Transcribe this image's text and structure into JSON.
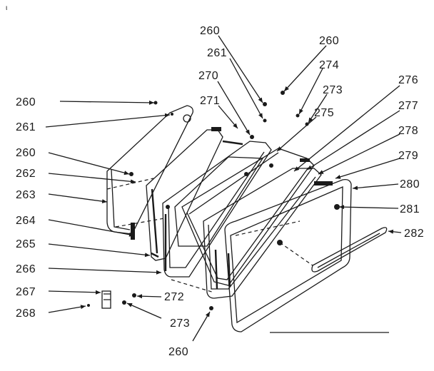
{
  "diagram": {
    "callouts": [
      {
        "id": "c-260-top",
        "text": "260"
      },
      {
        "id": "c-261-top",
        "text": "261"
      },
      {
        "id": "c-270",
        "text": "270"
      },
      {
        "id": "c-271",
        "text": "271"
      },
      {
        "id": "c-260-right",
        "text": "260"
      },
      {
        "id": "c-274",
        "text": "274"
      },
      {
        "id": "c-273-top",
        "text": "273"
      },
      {
        "id": "c-275",
        "text": "275"
      },
      {
        "id": "c-276",
        "text": "276"
      },
      {
        "id": "c-277",
        "text": "277"
      },
      {
        "id": "c-278",
        "text": "278"
      },
      {
        "id": "c-279",
        "text": "279"
      },
      {
        "id": "c-280",
        "text": "280"
      },
      {
        "id": "c-281",
        "text": "281"
      },
      {
        "id": "c-282",
        "text": "282"
      },
      {
        "id": "c-260-left1",
        "text": "260"
      },
      {
        "id": "c-261-left",
        "text": "261"
      },
      {
        "id": "c-260-left2",
        "text": "260"
      },
      {
        "id": "c-262",
        "text": "262"
      },
      {
        "id": "c-263",
        "text": "263"
      },
      {
        "id": "c-264",
        "text": "264"
      },
      {
        "id": "c-265",
        "text": "265"
      },
      {
        "id": "c-266",
        "text": "266"
      },
      {
        "id": "c-267",
        "text": "267"
      },
      {
        "id": "c-268",
        "text": "268"
      },
      {
        "id": "c-272",
        "text": "272"
      },
      {
        "id": "c-273-bottom",
        "text": "273"
      },
      {
        "id": "c-260-bottom",
        "text": "260"
      }
    ]
  }
}
